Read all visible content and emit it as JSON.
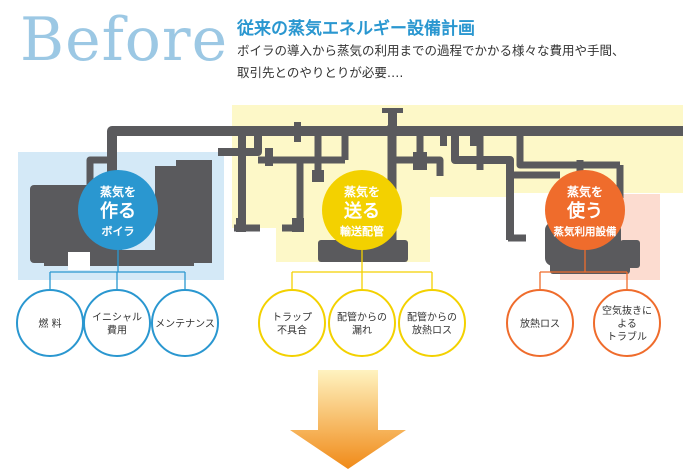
{
  "header": {
    "big_word": "Before",
    "title": "従来の蒸気エネルギー設備計画",
    "description_line1": "ボイラの導入から蒸気の利用までの過程でかかる様々な費用や手間、",
    "description_line2": "取引先とのやりとりが必要…."
  },
  "colors": {
    "blue": "#2a97d0",
    "blue_light": "#d4e9f7",
    "yellow": "#f3d100",
    "yellow_light": "#fdf8c8",
    "orange": "#ef6c2c",
    "orange_light": "#fcdcd0",
    "pipe": "#5a5a5d",
    "arrow_top": "#fff3c0",
    "arrow_bottom": "#f08a18"
  },
  "stages": [
    {
      "key": "make",
      "lines": [
        "蒸気を",
        "作る",
        "ボイラ"
      ],
      "color": "blue",
      "issues": [
        [
          "燃 料"
        ],
        [
          "イニシャル",
          "費用"
        ],
        [
          "メンテナンス"
        ]
      ]
    },
    {
      "key": "send",
      "lines": [
        "蒸気を",
        "送る",
        "輸送配管"
      ],
      "color": "yellow",
      "issues": [
        [
          "トラップ",
          "不具合"
        ],
        [
          "配管からの",
          "漏れ"
        ],
        [
          "配管からの",
          "放熱ロス"
        ]
      ]
    },
    {
      "key": "use",
      "lines": [
        "蒸気を",
        "使う",
        "蒸気利用設備"
      ],
      "color": "orange",
      "issues": [
        [
          "放熱ロス"
        ],
        [
          "空気抜きに",
          "よる",
          "トラブル"
        ]
      ]
    }
  ],
  "arrow": {
    "icon": "down-arrow-icon"
  }
}
